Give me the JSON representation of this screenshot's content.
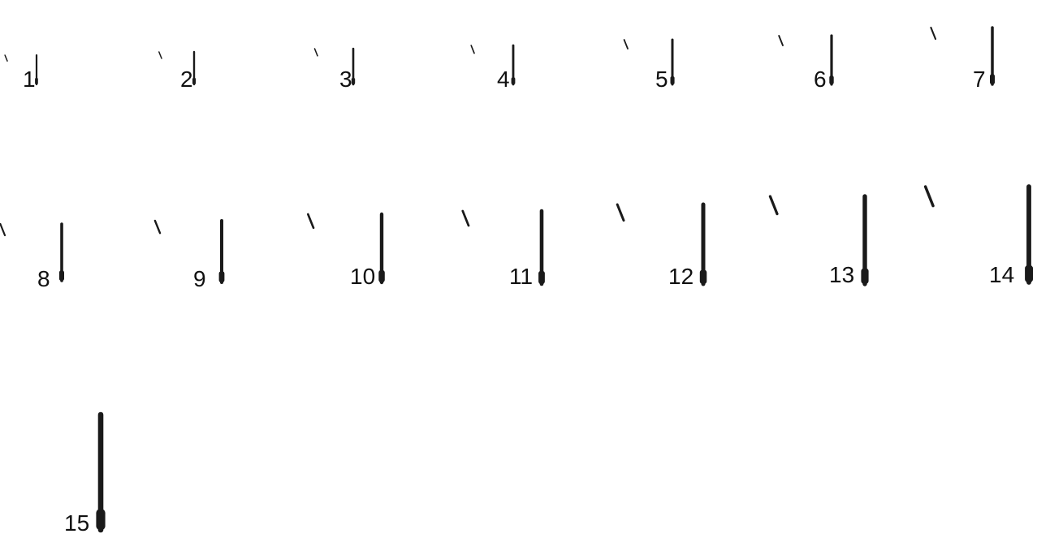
{
  "hooks": [
    {
      "label": "1"
    },
    {
      "label": "2"
    },
    {
      "label": "3"
    },
    {
      "label": "4"
    },
    {
      "label": "5"
    },
    {
      "label": "6"
    },
    {
      "label": "7"
    },
    {
      "label": "8"
    },
    {
      "label": "9"
    },
    {
      "label": "10"
    },
    {
      "label": "11"
    },
    {
      "label": "12"
    },
    {
      "label": "13"
    },
    {
      "label": "14"
    },
    {
      "label": "15"
    }
  ],
  "colors": {
    "hook": "#1a1a1a",
    "background": "#ffffff"
  }
}
